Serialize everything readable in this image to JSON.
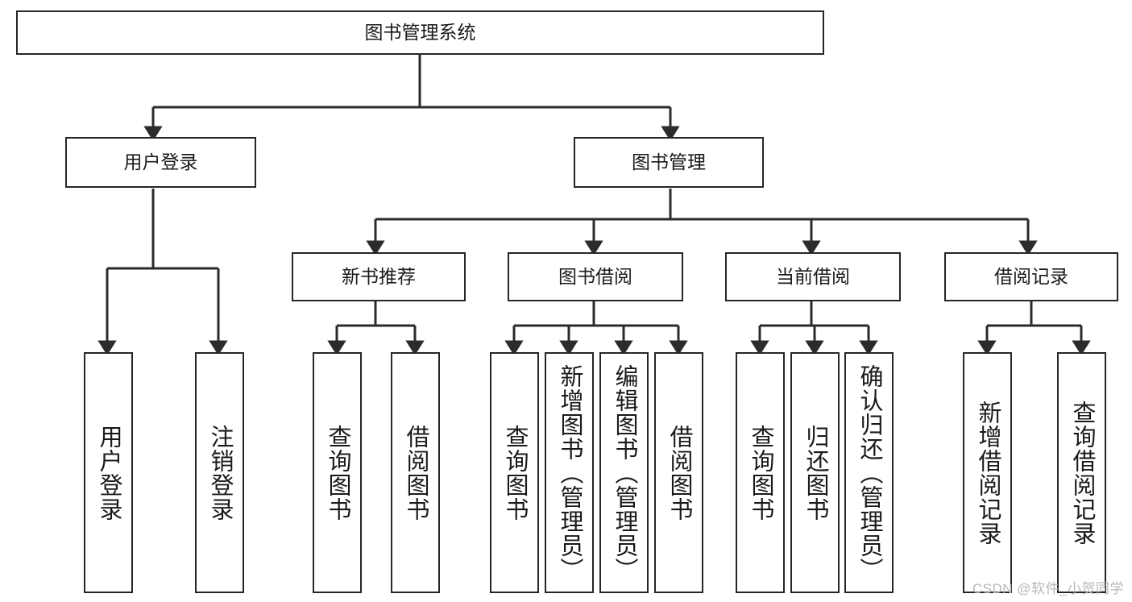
{
  "diagram": {
    "type": "tree",
    "title": "图书管理系统",
    "watermark": "CSDN @软件_小贺同学",
    "colors": {
      "box_border": "#262626",
      "box_fill": "#ffffff",
      "connector": "#2b2b2b",
      "text": "#1a1a1a",
      "watermark": "#b8b8b8"
    },
    "nodes": {
      "root": {
        "label": "图书管理系统",
        "level": 1
      },
      "user_login": {
        "label": "用户登录",
        "level": 2
      },
      "book_manage": {
        "label": "图书管理",
        "level": 2
      },
      "new_book_rec": {
        "label": "新书推荐",
        "level": 3
      },
      "book_borrow": {
        "label": "图书借阅",
        "level": 3
      },
      "current_borrow": {
        "label": "当前借阅",
        "level": 3
      },
      "borrow_record": {
        "label": "借阅记录",
        "level": 3
      },
      "leaf_user_login": {
        "label": "用户登录",
        "level": 3,
        "orientation": "vertical"
      },
      "leaf_logout": {
        "label": "注销登录",
        "level": 3,
        "orientation": "vertical"
      },
      "leaf_query_book_1": {
        "label": "查询图书",
        "level": 4,
        "orientation": "vertical"
      },
      "leaf_borrow_book_1": {
        "label": "借阅图书",
        "level": 4,
        "orientation": "vertical"
      },
      "leaf_query_book_2": {
        "label": "查询图书",
        "level": 4,
        "orientation": "vertical"
      },
      "leaf_add_book": {
        "label": "新增图书（管理员）",
        "level": 4,
        "orientation": "vertical"
      },
      "leaf_edit_book": {
        "label": "编辑图书（管理员）",
        "level": 4,
        "orientation": "vertical"
      },
      "leaf_borrow_book_2": {
        "label": "借阅图书",
        "level": 4,
        "orientation": "vertical"
      },
      "leaf_query_book_3": {
        "label": "查询图书",
        "level": 4,
        "orientation": "vertical"
      },
      "leaf_return_book": {
        "label": "归还图书",
        "level": 4,
        "orientation": "vertical"
      },
      "leaf_confirm_return": {
        "label": "确认归还（管理员）",
        "level": 4,
        "orientation": "vertical"
      },
      "leaf_add_record": {
        "label": "新增借阅记录",
        "level": 4,
        "orientation": "vertical"
      },
      "leaf_query_record": {
        "label": "查询借阅记录",
        "level": 4,
        "orientation": "vertical"
      }
    },
    "hierarchy": [
      {
        "parent": "root",
        "children": [
          "user_login",
          "book_manage"
        ]
      },
      {
        "parent": "user_login",
        "children": [
          "leaf_user_login",
          "leaf_logout"
        ]
      },
      {
        "parent": "book_manage",
        "children": [
          "new_book_rec",
          "book_borrow",
          "current_borrow",
          "borrow_record"
        ]
      },
      {
        "parent": "new_book_rec",
        "children": [
          "leaf_query_book_1",
          "leaf_borrow_book_1"
        ]
      },
      {
        "parent": "book_borrow",
        "children": [
          "leaf_query_book_2",
          "leaf_add_book",
          "leaf_edit_book",
          "leaf_borrow_book_2"
        ]
      },
      {
        "parent": "current_borrow",
        "children": [
          "leaf_query_book_3",
          "leaf_return_book",
          "leaf_confirm_return"
        ]
      },
      {
        "parent": "borrow_record",
        "children": [
          "leaf_add_record",
          "leaf_query_record"
        ]
      }
    ]
  }
}
